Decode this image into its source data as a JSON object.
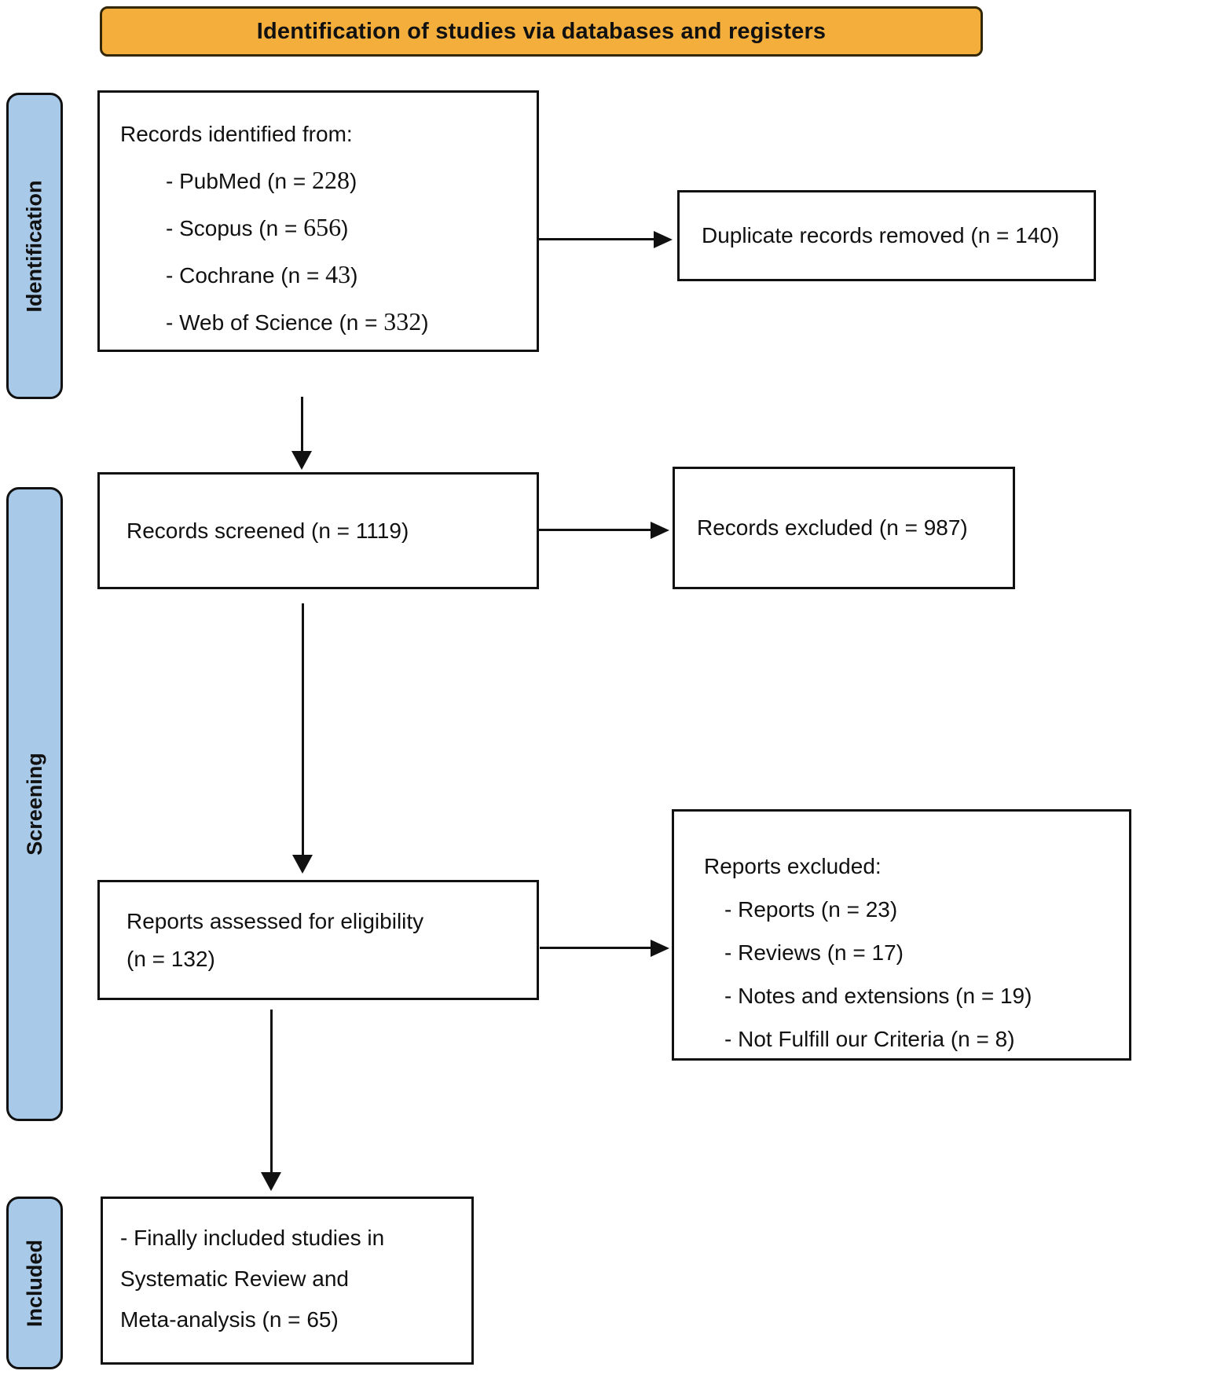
{
  "banner": {
    "title": "Identification of studies via databases and registers"
  },
  "colors": {
    "banner_fill": "#F4AE3C",
    "banner_border": "#332708",
    "sidebar_fill": "#A9C9E8"
  },
  "sidebar": {
    "identification": "Identification",
    "screening": "Screening",
    "included": "Included"
  },
  "boxes": {
    "records_identified": {
      "title": "Records identified from:",
      "items": [
        {
          "prefix": "- PubMed (n = ",
          "value": "228",
          "suffix": ")"
        },
        {
          "prefix": "- Scopus (n = ",
          "value": "656",
          "suffix": ")"
        },
        {
          "prefix": "- Cochrane (n = ",
          "value": "43",
          "suffix": ")"
        },
        {
          "prefix": "- Web of Science (n = ",
          "value": "332",
          "suffix": ")"
        }
      ]
    },
    "duplicates_removed": {
      "text": "Duplicate records removed (n = 140)"
    },
    "records_screened": {
      "text": "Records screened (n = 1119)"
    },
    "records_excluded": {
      "text": "Records excluded (n = 987)"
    },
    "reports_assessed": {
      "line1": "Reports assessed for eligibility",
      "line2": "(n = 132)"
    },
    "reports_excluded": {
      "title": "Reports excluded:",
      "items": [
        "- Reports (n = 23)",
        "- Reviews (n = 17)",
        "- Notes and extensions (n = 19)",
        "- Not Fulfill our Criteria (n = 8)"
      ]
    },
    "included_final": {
      "line1": "- Finally included studies in",
      "line2": "Systematic Review and",
      "line3": "Meta-analysis (n = 65)"
    }
  }
}
